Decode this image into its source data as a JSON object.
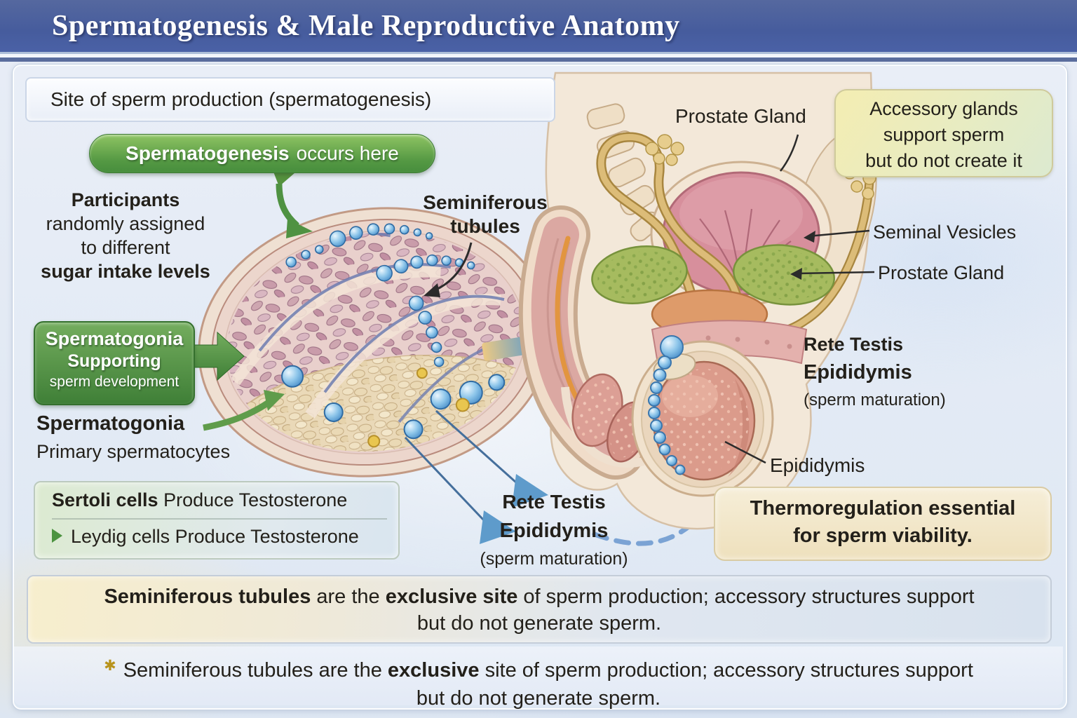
{
  "header": {
    "title": "Spermatogenesis & Male Reproductive Anatomy"
  },
  "site_box": {
    "text": "Site of sperm production (spermatogenesis)"
  },
  "green_pill": {
    "bold": "Spermatogenesis",
    "rest": "occurs here"
  },
  "participants": {
    "line1": "Participants",
    "line2": "randomly assigned",
    "line3": "to different",
    "line4": "sugar intake levels"
  },
  "seminiferous_label": {
    "line1": "Seminiferous",
    "line2": "tubules"
  },
  "spermatogonia_box": {
    "line1": "Spermatogonia",
    "line2": "Supporting",
    "line3": "sperm development"
  },
  "spermatogonia_label": {
    "title": "Spermatogonia",
    "subtitle": "Primary spermatocytes"
  },
  "sertoli_box": {
    "line1_bold": "Sertoli cells",
    "line1_rest": " Produce Testosterone",
    "line2": "Leydig cells Produce Testosterone"
  },
  "center_maturation": {
    "line1": "Rete Testis",
    "line2": "Epididymis",
    "line3": "(sperm maturation)"
  },
  "anatomy_labels": {
    "prostate_top": "Prostate Gland",
    "seminal_vesicles": "Seminal Vesicles",
    "prostate_side": "Prostate Gland",
    "epididymis": "Epididymis"
  },
  "accessory_box": {
    "line1": "Accessory glands",
    "line2": "support sperm",
    "line3": "but do not create it"
  },
  "right_maturation": {
    "line1": "Rete Testis",
    "line2": "Epididymis",
    "line3": "(sperm maturation)"
  },
  "thermo_box": {
    "line1": "Thermoregulation essential",
    "line2": "for sperm viability."
  },
  "bottom_box": {
    "bold1": "Seminiferous tubules",
    "text1": " are the ",
    "bold2": "exclusive site",
    "text2": " of sperm production; accessory structures support",
    "line2": "but do not generate sperm."
  },
  "footnote": {
    "marker": "✱",
    "text1": "Seminiferous tubules are the ",
    "bold1": "exclusive",
    "text2": " site of sperm production; accessory structures support",
    "line2": "but do not generate sperm."
  },
  "colors": {
    "header_blue": "#4a61a6",
    "green_accent": "#4f9242",
    "arrow_blue": "#5e9bcb",
    "marker_gold": "#b8931c"
  }
}
